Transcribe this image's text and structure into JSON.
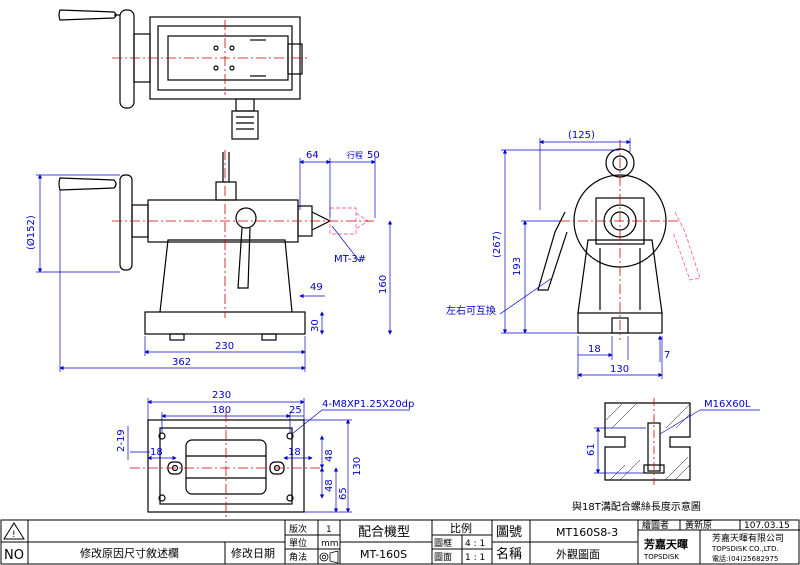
{
  "colors": {
    "outline": "#000000",
    "dimension": "#0000cc",
    "centerline": "#cc0000",
    "phantom": "#ff66aa",
    "face_fill": "#eeeeee"
  },
  "front_view": {
    "dims": {
      "d64": "64",
      "stroke_label": "行程",
      "stroke_value": "50",
      "dia152": "(Ø152)",
      "mt3": "MT-3#",
      "d49": "49",
      "d160": "160",
      "d30": "30",
      "d230": "230",
      "d362": "362"
    }
  },
  "side_view": {
    "dims": {
      "d125": "(125)",
      "d267": "(267)",
      "d193": "193",
      "d18": "18",
      "d7": "7",
      "d130": "130"
    },
    "note": "左右可互換"
  },
  "bottom_view": {
    "dims": {
      "d230": "230",
      "d180": "180",
      "d25": "25",
      "thread": "4-M8XP1.25X20dp",
      "d2_19": "2-19",
      "d18a": "18",
      "d18b": "18",
      "d48a": "48",
      "d48b": "48",
      "d130": "130",
      "d65": "65"
    }
  },
  "detail_view": {
    "bolt": "M16X60L",
    "d61": "61",
    "caption": "與18T溝配合螺絲長度示意圖"
  },
  "title_block": {
    "warn_mark": "!",
    "no_label": "NO",
    "revision_reason": "修改原因尺寸敘述欄",
    "revision_date": "修改日期",
    "edition_label": "版次",
    "edition_value": "1",
    "unit_label": "單位",
    "unit_value": "mm",
    "angle_label": "角法",
    "match_label": "配合機型",
    "match_value": "MT-160S",
    "scale_label": "比例",
    "scale_box_label": "圖框",
    "scale_box_value": "4 : 1",
    "scale_face_label": "圖面",
    "scale_face_value": "1 : 1",
    "drawing_no_label": "圖號",
    "drawing_no_value": "MT160S8-3",
    "name_label": "名稱",
    "name_value": "外觀圖面",
    "drafter_label": "繪圖者",
    "drafter_value": "黃新原",
    "date_value": "107.03.15",
    "company_name": "芳嘉天暉有限公司",
    "company_en": "TOPSDISK CO.,LTD.",
    "phone": "電話:(04)25682975",
    "logo_cn": "芳嘉天暉",
    "logo_en": "TOPSDISK"
  }
}
